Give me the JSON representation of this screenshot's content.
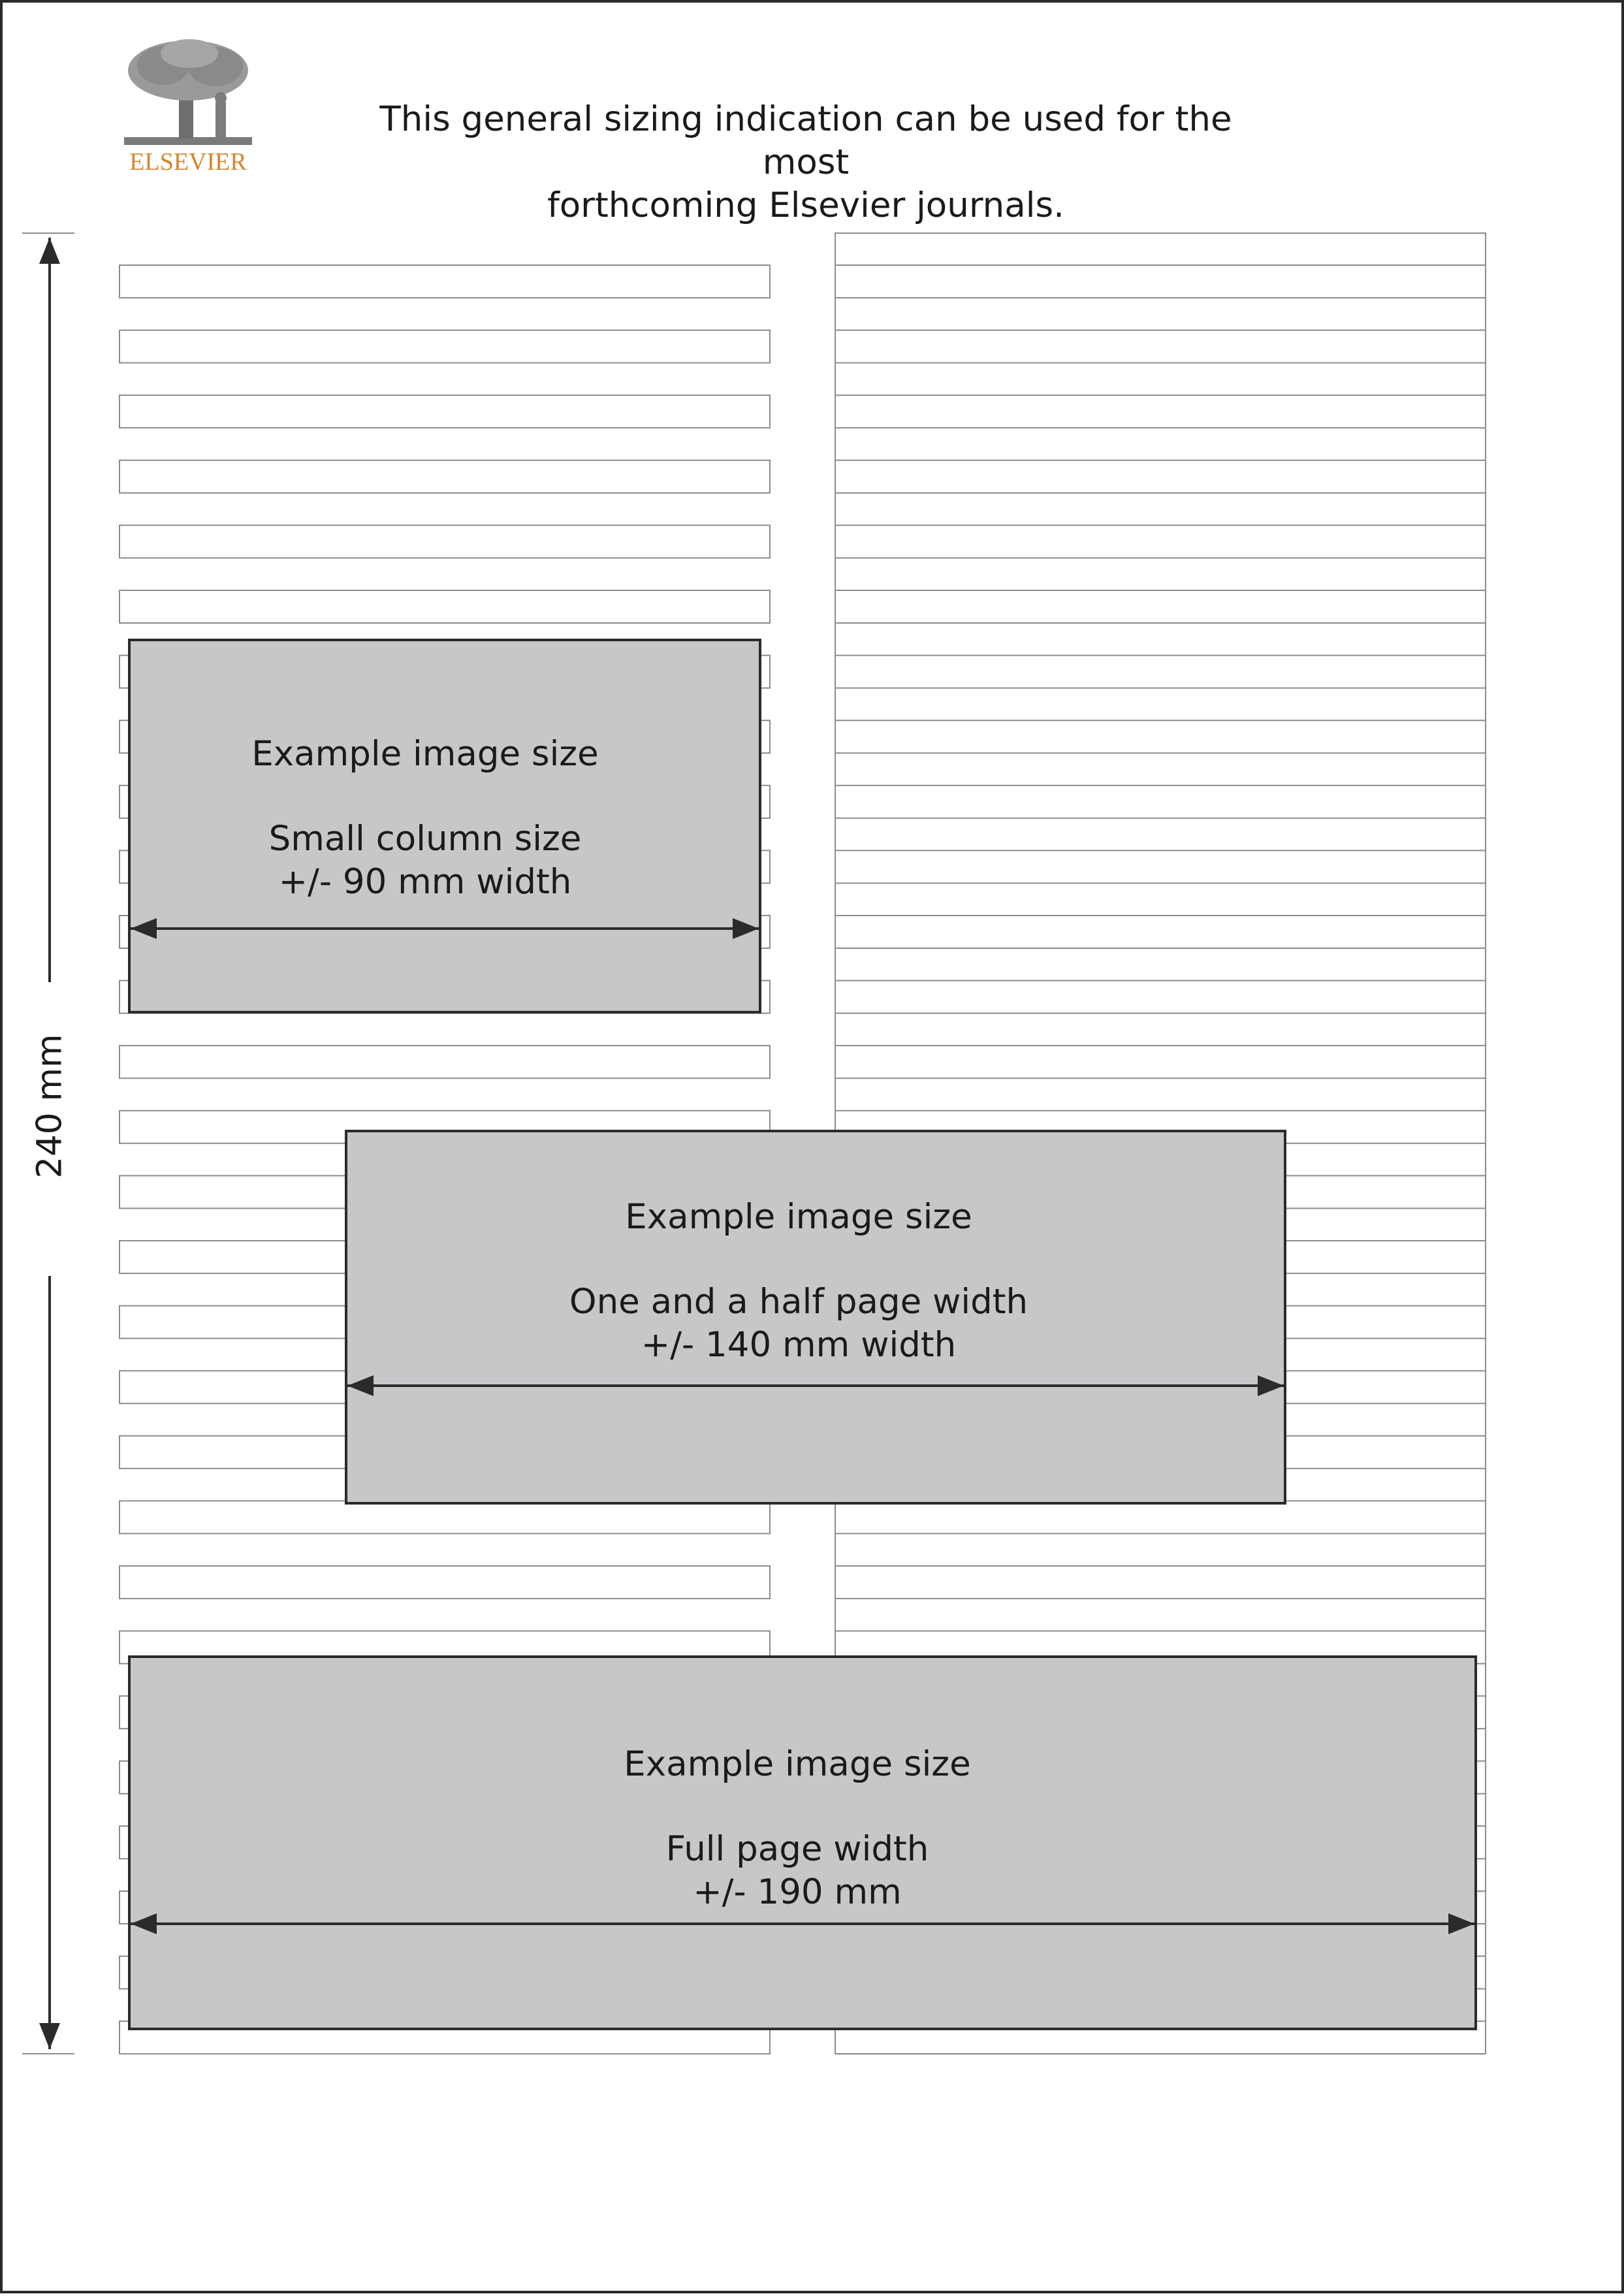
{
  "header": {
    "brand": "ELSEVIER",
    "line1": "This general sizing indication can be used for the most",
    "line2": "forthcoming Elsevier journals."
  },
  "height_indicator": {
    "label": "240 mm"
  },
  "examples": [
    {
      "heading": "Example image size",
      "line1": "Small column size",
      "line2": "+/- 90 mm width"
    },
    {
      "heading": "Example image size",
      "line1": "One and a half page width",
      "line2": "+/- 140 mm width"
    },
    {
      "heading": "Example image size",
      "line1": "Full page width",
      "line2": "+/- 190 mm"
    }
  ],
  "colors": {
    "box_fill": "#c6c7c9",
    "box_stroke": "#2b2b2b",
    "line_stroke": "#8c8c8c",
    "logo_orange": "#d4862c"
  }
}
